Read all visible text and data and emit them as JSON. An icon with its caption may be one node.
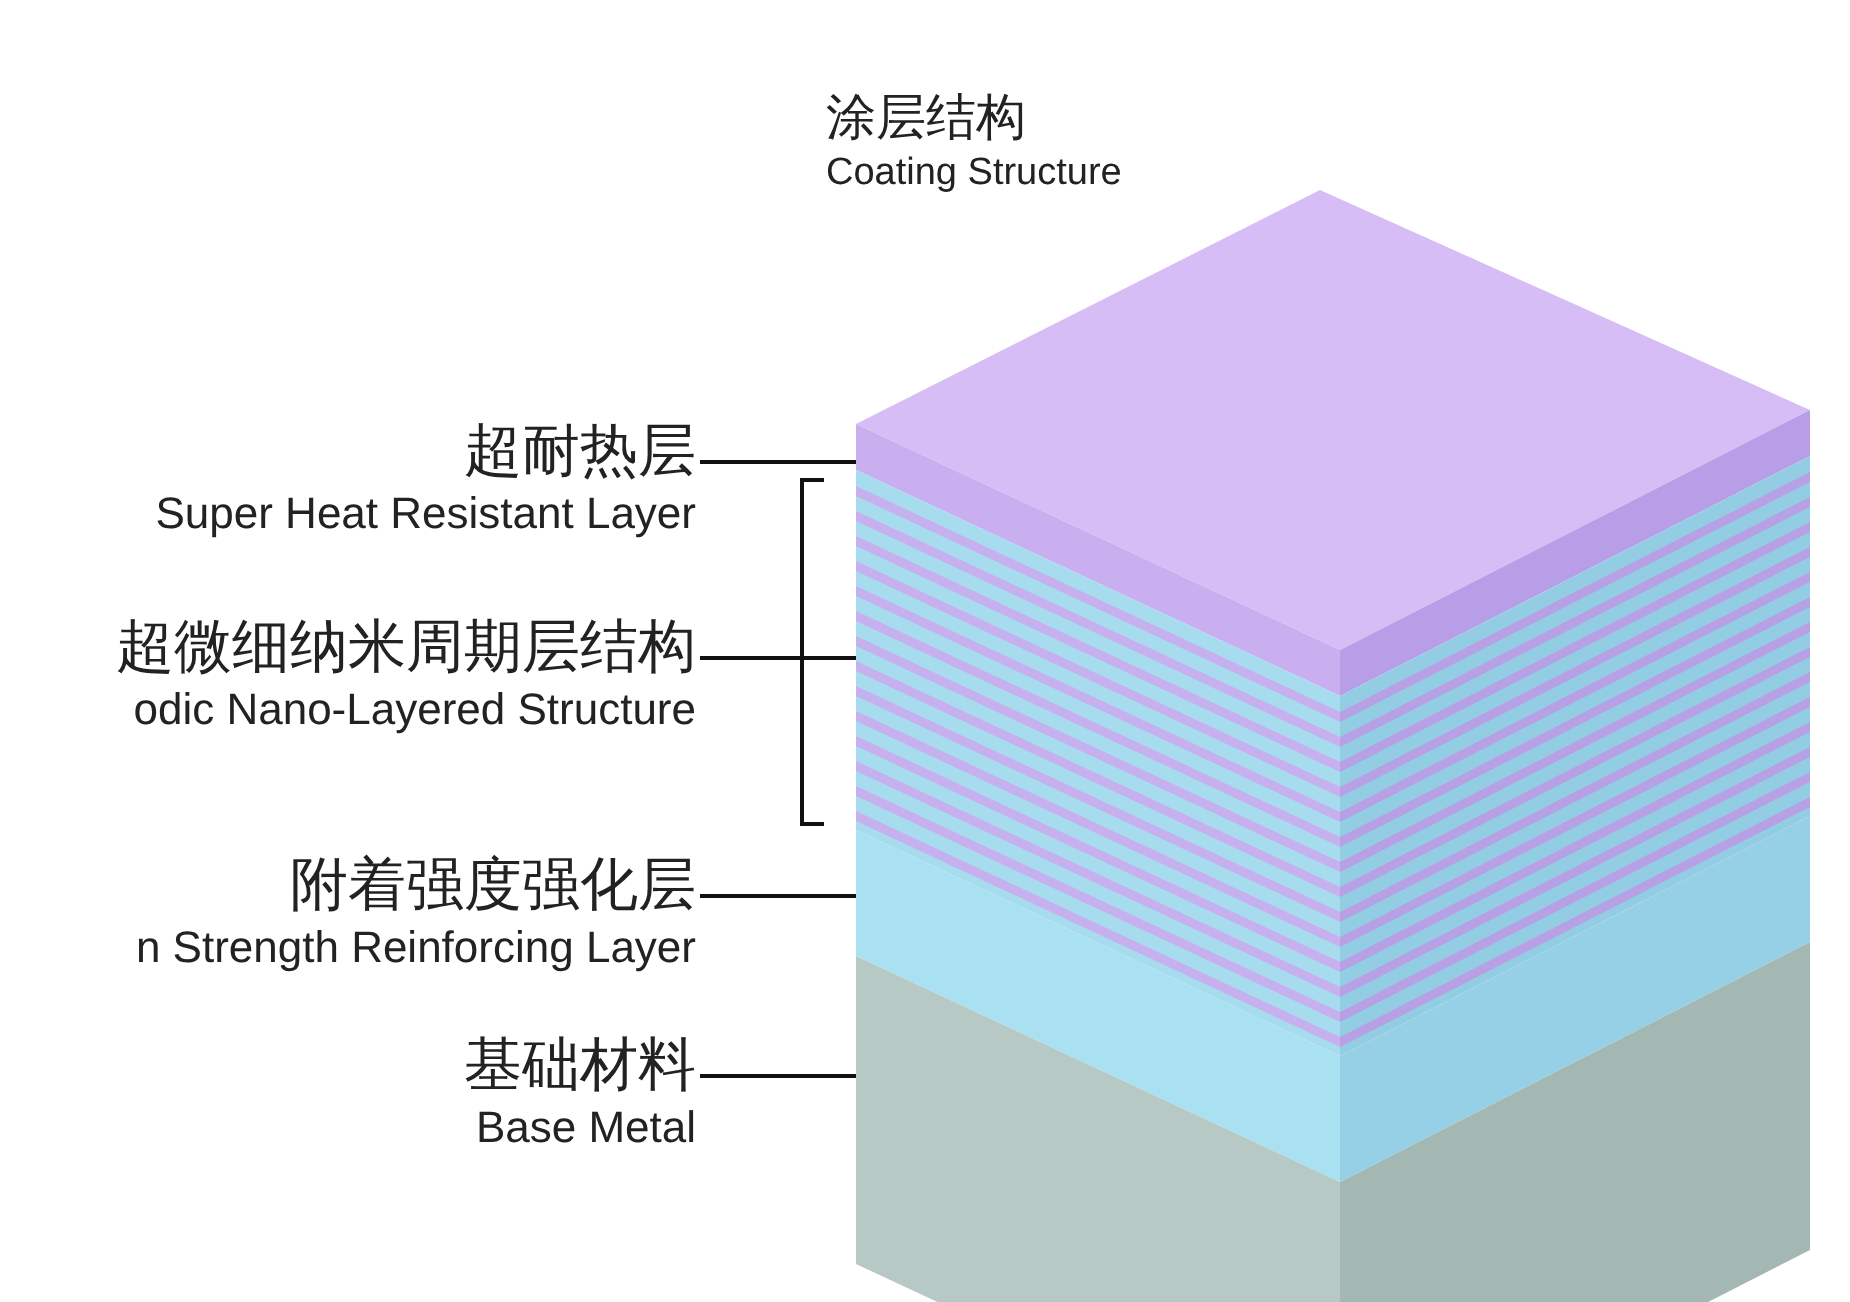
{
  "diagram": {
    "nodes": [
      {
        "text": [
          "超耐热层",
          "Super Heat Resistant Layer"
        ]
      },
      {
        "text": [
          "超微细纳米周期层结构",
          "odic Nano-Layered Structure"
        ]
      },
      {
        "text": [
          "附着强度强化层",
          "n Strength Reinforcing Layer"
        ]
      },
      {
        "text": [
          "基础材料",
          "Base Metal"
        ]
      },
      {
        "text": [],
        "shape": "box"
      },
      {
        "text": [],
        "shape": "box"
      },
      {
        "text": [],
        "shape": "box"
      },
      {
        "text": [],
        "shape": "box"
      }
    ],
    "edges": [
      {
        "from": 0,
        "to": 4,
        "arrow": "none"
      },
      {
        "from": 1,
        "to": 5,
        "arrow": "none"
      },
      {
        "from": 2,
        "to": 6,
        "arrow": "none"
      },
      {
        "from": 3,
        "to": 7,
        "arrow": "none"
      }
    ],
    "labels": [
      "涂层结构",
      "Coating Structure"
    ]
  }
}
